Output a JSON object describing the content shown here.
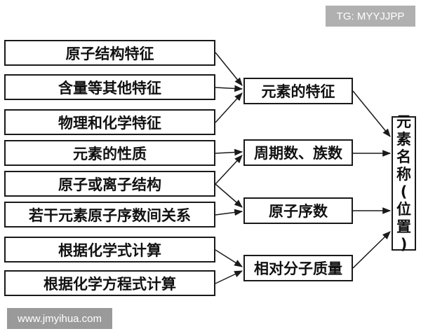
{
  "watermark_top": "TG: MYYJJPP",
  "watermark_bottom": "www.jmyihua.com",
  "left_boxes": [
    "原子结构特征",
    "含量等其他特征",
    "物理和化学特征",
    "元素的性质",
    "原子或离子结构",
    "若干元素原子序数间关系",
    "根据化学式计算",
    "根据化学方程式计算"
  ],
  "middle_boxes": [
    "元素的特征",
    "周期数、族数",
    "原子序数",
    "相对分子质量"
  ],
  "right_box_chars": [
    "元",
    "素",
    "名",
    "称",
    "(",
    "位",
    "置",
    ")"
  ]
}
